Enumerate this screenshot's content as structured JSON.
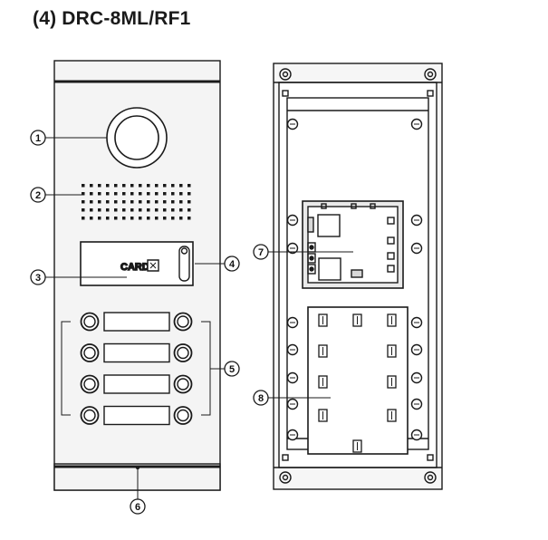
{
  "title": "(4) DRC-8ML/RF1",
  "card_reader_text": "CARD",
  "callouts": [
    {
      "id": "1",
      "label": "①"
    },
    {
      "id": "2",
      "label": "②"
    },
    {
      "id": "3",
      "label": "③"
    },
    {
      "id": "4",
      "label": "④"
    },
    {
      "id": "5",
      "label": "⑤"
    },
    {
      "id": "6",
      "label": "⑥"
    },
    {
      "id": "7",
      "label": "⑦"
    },
    {
      "id": "8",
      "label": "⑧"
    }
  ],
  "button_rows": 4,
  "colors": {
    "line": "#1a1a1a",
    "panel": "#f4f4f4",
    "board": "#e9e9e9"
  }
}
